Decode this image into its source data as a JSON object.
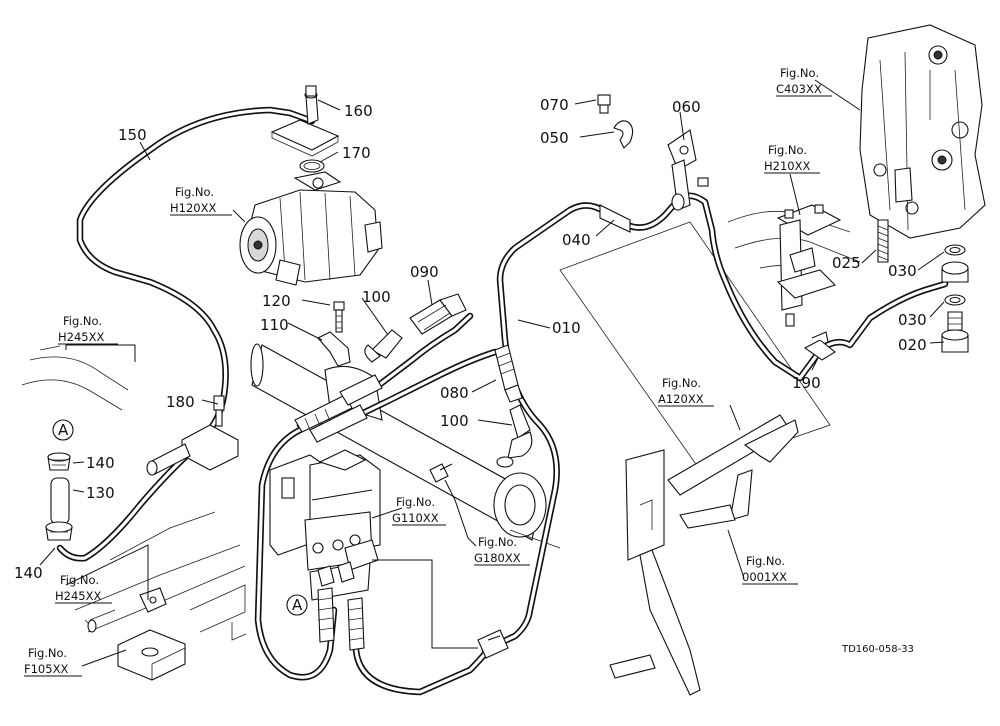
{
  "callouts": [
    {
      "id": "160",
      "text": "160"
    },
    {
      "id": "150",
      "text": "150"
    },
    {
      "id": "170",
      "text": "170"
    },
    {
      "id": "120",
      "text": "120"
    },
    {
      "id": "100a",
      "text": "100"
    },
    {
      "id": "090",
      "text": "090"
    },
    {
      "id": "110",
      "text": "110"
    },
    {
      "id": "180",
      "text": "180"
    },
    {
      "id": "080",
      "text": "080"
    },
    {
      "id": "100b",
      "text": "100"
    },
    {
      "id": "140a",
      "text": "140"
    },
    {
      "id": "130",
      "text": "130"
    },
    {
      "id": "140b",
      "text": "140"
    },
    {
      "id": "070",
      "text": "070"
    },
    {
      "id": "060",
      "text": "060"
    },
    {
      "id": "050",
      "text": "050"
    },
    {
      "id": "040",
      "text": "040"
    },
    {
      "id": "010",
      "text": "010"
    },
    {
      "id": "025",
      "text": "025"
    },
    {
      "id": "030a",
      "text": "030"
    },
    {
      "id": "030b",
      "text": "030"
    },
    {
      "id": "020",
      "text": "020"
    },
    {
      "id": "190",
      "text": "190"
    },
    {
      "id": "circleA1",
      "text": "A"
    },
    {
      "id": "circleA2",
      "text": "A"
    }
  ],
  "figure_refs": [
    {
      "id": "h120",
      "line1": "Fig.No.",
      "line2": "H120XX"
    },
    {
      "id": "h245a",
      "line1": "Fig.No.",
      "line2": "H245XX"
    },
    {
      "id": "h245b",
      "line1": "Fig.No.",
      "line2": "H245XX"
    },
    {
      "id": "f105",
      "line1": "Fig.No.",
      "line2": "F105XX"
    },
    {
      "id": "g110",
      "line1": "Fig.No.",
      "line2": "G110XX"
    },
    {
      "id": "g180",
      "line1": "Fig.No.",
      "line2": "G180XX"
    },
    {
      "id": "c403",
      "line1": "Fig.No.",
      "line2": "C403XX"
    },
    {
      "id": "h210",
      "line1": "Fig.No.",
      "line2": "H210XX"
    },
    {
      "id": "a120",
      "line1": "Fig.No.",
      "line2": "A120XX"
    },
    {
      "id": "f0001",
      "line1": "Fig.No.",
      "line2": "0001XX"
    }
  ],
  "drawing_code": "TD160-058-33"
}
